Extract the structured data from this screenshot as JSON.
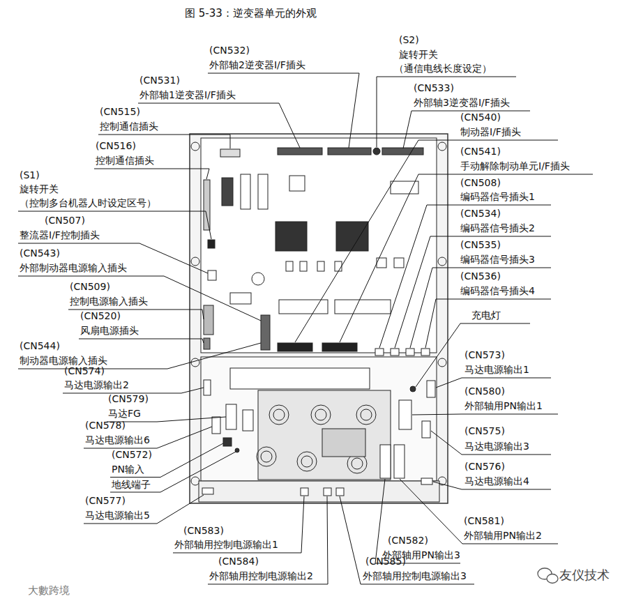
{
  "diagram": {
    "title": "图 5-33：逆变器单元的外观",
    "labels": [
      "(CN532)",
      "外部轴2逆变器I/F插头",
      "(CN531)",
      "外部轴1逆变器I/F插头",
      "(CN515)",
      "控制通信插头",
      "(CN516)",
      "控制通信插头",
      "(S1)",
      "旋转开关",
      "（控制多台机器人时设定区号）",
      "(CN507)",
      "整流器I/F控制插头",
      "(CN543)",
      "外部制动器电源输入插头",
      "(CN509)",
      "控制电源输入插头",
      "(CN520)",
      "风扇电源插头",
      "(CN544)",
      "制动器电源输入插头",
      "(CN574)",
      "马达电源输出2",
      "(CN579)",
      "马达FG",
      "(CN578)",
      "马达电源输出6",
      "(CN572)",
      "PN输入",
      "地线端子",
      "(CN577)",
      "马达电源输出5",
      "(CN583)",
      "外部轴用控制电源输出1",
      "(CN584)",
      "外部轴用控制电源输出2",
      "(CN585)",
      "外部轴用控制电源输出3",
      "(CN582)",
      "外部轴用PN输出3",
      "(CN581)",
      "外部轴用PN输出2",
      "(S2)",
      "旋转开关",
      "（通信电线长度设定）",
      "(CN533)",
      "外部轴3逆变器I/F插头",
      "(CN540)",
      "制动器I/F插头",
      "(CN541)",
      "手动解除制动单元I/F插头",
      "(CN508)",
      "编码器信号插头1",
      "(CN534)",
      "编码器信号插头2",
      "(CN535)",
      "编码器信号插头3",
      "(CN536)",
      "编码器信号插头4",
      "充电灯",
      "(CN573)",
      "马达电源输出1",
      "(CN580)",
      "外部轴用PN输出1",
      "(CN575)",
      "马达电源输出3",
      "(CN576)",
      "马达电源输出4",
      "友仪技术",
      "大數跨境"
    ]
  }
}
